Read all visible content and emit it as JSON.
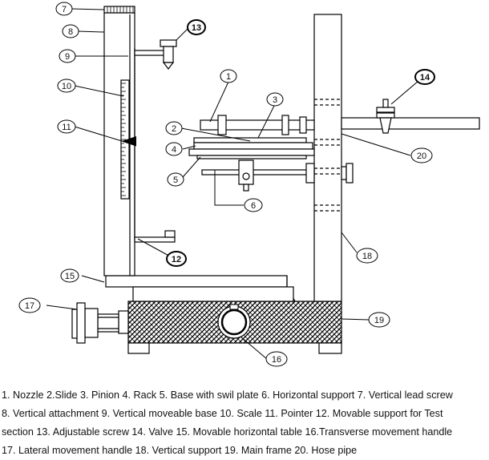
{
  "callouts": {
    "c1": "1",
    "c2": "2",
    "c3": "3",
    "c4": "4",
    "c5": "5",
    "c6": "6",
    "c7": "7",
    "c8": "8",
    "c9": "9",
    "c10": "10",
    "c11": "11",
    "c12": "12",
    "c13": "13",
    "c14": "14",
    "c15": "15",
    "c16": "16",
    "c17": "17",
    "c18": "18",
    "c19": "19",
    "c20": "20"
  },
  "caption": {
    "line1": "1. Nozzle  2.Slide  3. Pinion 4. Rack  5. Base with swil plate  6. Horizontal support 7. Vertical lead screw",
    "line2": "8. Vertical attachment 9. Vertical moveable base 10. Scale 11. Pointer  12. Movable support for Test",
    "line3": "section  13. Adjustable screw 14. Valve 15. Movable horizontal table 16.Transverse movement handle",
    "line4": "17. Lateral movement handle  18. Vertical support 19. Main frame 20. Hose pipe"
  }
}
